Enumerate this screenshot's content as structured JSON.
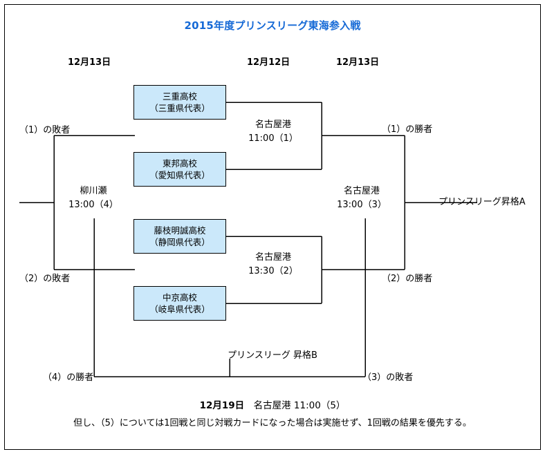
{
  "page": {
    "title": "2015年度プリンスリーグ東海参入戦",
    "title_color": "#1569d6",
    "box_fill_color": "#cbe8fa",
    "line_color": "#000000"
  },
  "date_headers": {
    "left": "12月13日",
    "middle": "12月12日",
    "right": "12月13日"
  },
  "teams": [
    {
      "name": "三重高校",
      "prefecture": "（三重県代表）"
    },
    {
      "name": "東邦高校",
      "prefecture": "（愛知県代表）"
    },
    {
      "name": "藤枝明誠高校",
      "prefecture": "（静岡県代表）"
    },
    {
      "name": "中京高校",
      "prefecture": "（岐阜県代表）"
    }
  ],
  "matches": [
    {
      "venue": "名古屋港",
      "detail": "11:00（1）"
    },
    {
      "venue": "名古屋港",
      "detail": "13:30（2）"
    },
    {
      "venue": "名古屋港",
      "detail": "13:00（3）"
    },
    {
      "venue": "柳川瀬",
      "detail": "13:00（4）"
    }
  ],
  "labels": {
    "loser_1": "（1）の敗者",
    "loser_2": "（2）の敗者",
    "winner_1": "（1）の勝者",
    "winner_2": "（2）の勝者",
    "winner_4": "（4）の勝者",
    "loser_3": "（3）の敗者",
    "promotion_a": "プリンスリーグ昇格A",
    "promotion_b": "プリンスリーグ 昇格B"
  },
  "footer": {
    "line1_date": "12月19日",
    "line1_rest": "　名古屋港 11:00（5）",
    "line2": "但し、（5）については1回戦と同じ対戦カードになった場合は実施せず、1回戦の結果を優先する。"
  }
}
